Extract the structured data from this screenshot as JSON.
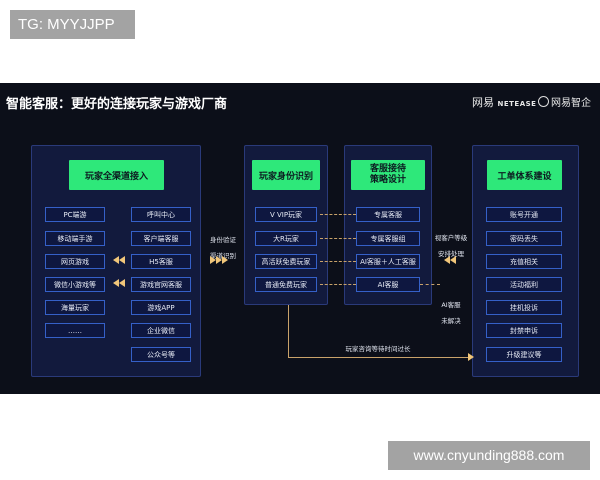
{
  "overlay": {
    "tag": "TG: MYYJJPP",
    "site": "www.cnyunding888.com"
  },
  "header": {
    "title": "智能客服：更好的连接玩家与游戏厂商",
    "brand_netease_cn": "网易",
    "brand_netease_en": "NETEASE",
    "brand_zhiqi": "网易智企"
  },
  "columns": {
    "channels": {
      "title": "玩家全渠道接入",
      "left": [
        "PC端游",
        "移动端手游",
        "网页游戏",
        "微信小游戏等",
        "海量玩家",
        "……"
      ],
      "right": [
        "呼叫中心",
        "客户端客服",
        "H5客服",
        "游戏官网客服",
        "游戏APP",
        "企业微信",
        "公众号等"
      ]
    },
    "identity": {
      "title": "玩家身份识别",
      "items": [
        "V VIP玩家",
        "大R玩家",
        "高活跃免费玩家",
        "普通免费玩家"
      ]
    },
    "strategy": {
      "title_line1": "客服接待",
      "title_line2": "策略设计",
      "items": [
        "专属客服",
        "专属客服组",
        "AI客服＋人工客服",
        "AI客服"
      ]
    },
    "tickets": {
      "title": "工单体系建设",
      "items": [
        "账号开通",
        "密码丢失",
        "充值相关",
        "活动福利",
        "挂机投诉",
        "封禁申诉",
        "升级建议等"
      ]
    }
  },
  "notes": {
    "verify_line1": "身份验证",
    "verify_line2": "渠道识别",
    "level_line1": "视客户等级",
    "level_line2": "安排处理",
    "ai_line1": "AI客服",
    "ai_line2": "未解决",
    "wait": "玩家咨询等待时间过长"
  },
  "colors": {
    "panel_bg": "#0c0f19",
    "group_bg": "#121a3d",
    "header_green": "#2ee87a",
    "item_border": "#3560c8",
    "arrow": "#f1c67a",
    "overlay_gray": "#a3a3a3"
  }
}
